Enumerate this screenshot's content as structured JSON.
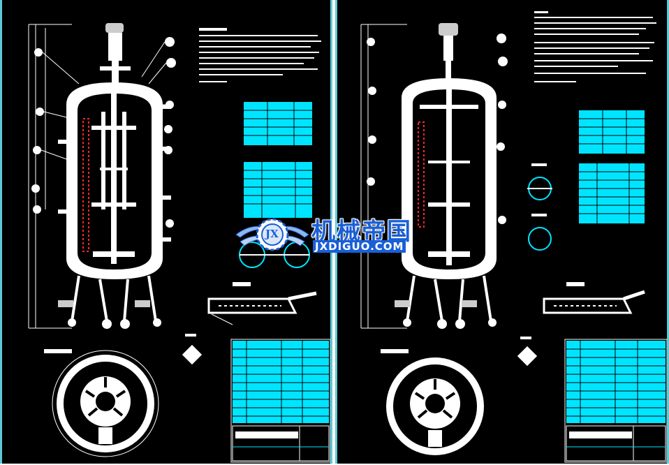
{
  "watermark": {
    "logo_letters": "JX",
    "name_cn": "机械帝国",
    "domain": "JXDIGUO.COM"
  },
  "sheets": [
    {
      "id": "left",
      "label": "drawing-sheet-1"
    },
    {
      "id": "right",
      "label": "drawing-sheet-2"
    }
  ],
  "colors": {
    "background": "#000000",
    "linework": "#ffffff",
    "tables": "#00e5ff",
    "sheet_frame": "#5ec8d6",
    "watermark_blue": "#1a5fd6",
    "hatch_red": "#ff2a2a"
  }
}
